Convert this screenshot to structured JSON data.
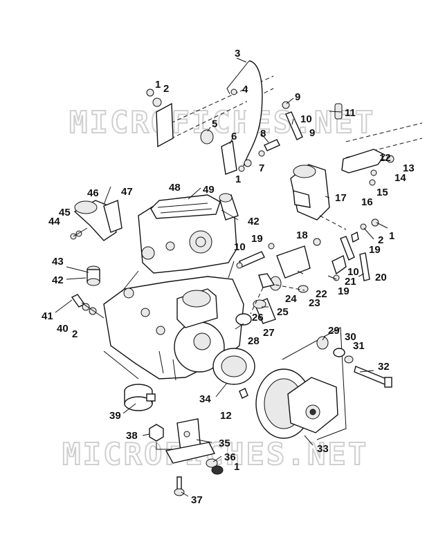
{
  "watermarks": [
    "MICROFICHES.NET",
    "MICROFICHES.NET"
  ],
  "callouts": [
    "1",
    "2",
    "3",
    "4",
    "5",
    "6",
    "7",
    "8",
    "9",
    "9",
    "10",
    "11",
    "12",
    "13",
    "14",
    "15",
    "16",
    "17",
    "1",
    "2",
    "19",
    "18",
    "10",
    "19",
    "42",
    "49",
    "48",
    "47",
    "46",
    "45",
    "44",
    "43",
    "42",
    "41",
    "40",
    "2",
    "20",
    "21",
    "10",
    "19",
    "22",
    "23",
    "24",
    "25",
    "26",
    "27",
    "28",
    "29",
    "30",
    "31",
    "32",
    "34",
    "12",
    "33",
    "39",
    "38",
    "35",
    "36",
    "1",
    "37",
    "1"
  ]
}
